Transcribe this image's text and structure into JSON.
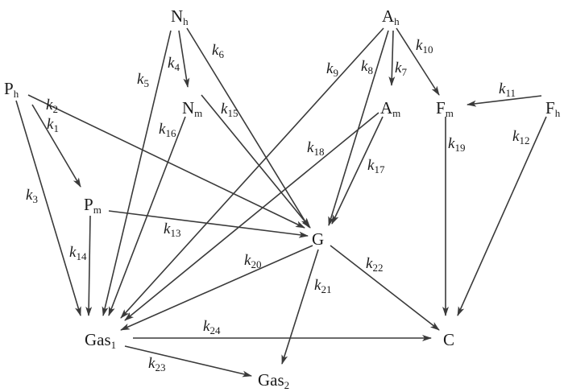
{
  "diagram": {
    "nodes": [
      {
        "id": "Nh",
        "base": "N",
        "sub": "h"
      },
      {
        "id": "Ah",
        "base": "A",
        "sub": "h"
      },
      {
        "id": "Ph",
        "base": "P",
        "sub": "h"
      },
      {
        "id": "Nm",
        "base": "N",
        "sub": "m"
      },
      {
        "id": "Am",
        "base": "A",
        "sub": "m"
      },
      {
        "id": "Fm",
        "base": "F",
        "sub": "m"
      },
      {
        "id": "Fh",
        "base": "F",
        "sub": "h"
      },
      {
        "id": "Pm",
        "base": "P",
        "sub": "m"
      },
      {
        "id": "G",
        "base": "G",
        "sub": ""
      },
      {
        "id": "Gas1",
        "base": "Gas",
        "sub": "1"
      },
      {
        "id": "C",
        "base": "C",
        "sub": ""
      },
      {
        "id": "Gas2",
        "base": "Gas",
        "sub": "2"
      }
    ],
    "edges": [
      {
        "from": "Ph",
        "to": "Pm",
        "label": "k",
        "sub": "1"
      },
      {
        "from": "Ph",
        "to": "G",
        "label": "k",
        "sub": "2"
      },
      {
        "from": "Ph",
        "to": "Gas1",
        "label": "k",
        "sub": "3"
      },
      {
        "from": "Nh",
        "to": "Nm",
        "label": "k",
        "sub": "4"
      },
      {
        "from": "Nh",
        "to": "Gas1",
        "label": "k",
        "sub": "5"
      },
      {
        "from": "Nh",
        "to": "G",
        "label": "k",
        "sub": "6"
      },
      {
        "from": "Ah",
        "to": "Am",
        "label": "k",
        "sub": "7"
      },
      {
        "from": "Ah",
        "to": "G",
        "label": "k",
        "sub": "8"
      },
      {
        "from": "Ah",
        "to": "Gas1",
        "label": "k",
        "sub": "9"
      },
      {
        "from": "Ah",
        "to": "Fm",
        "label": "k",
        "sub": "10"
      },
      {
        "from": "Fh",
        "to": "Fm",
        "label": "k",
        "sub": "11"
      },
      {
        "from": "Fh",
        "to": "C",
        "label": "k",
        "sub": "12"
      },
      {
        "from": "Pm",
        "to": "G",
        "label": "k",
        "sub": "13"
      },
      {
        "from": "Pm",
        "to": "Gas1",
        "label": "k",
        "sub": "14"
      },
      {
        "from": "Nm",
        "to": "G",
        "label": "k",
        "sub": "15"
      },
      {
        "from": "Nm",
        "to": "Gas1",
        "label": "k",
        "sub": "16"
      },
      {
        "from": "Am",
        "to": "G",
        "label": "k",
        "sub": "17"
      },
      {
        "from": "Am",
        "to": "Gas1",
        "label": "k",
        "sub": "18"
      },
      {
        "from": "Fm",
        "to": "C",
        "label": "k",
        "sub": "19"
      },
      {
        "from": "G",
        "to": "Gas1",
        "label": "k",
        "sub": "20"
      },
      {
        "from": "G",
        "to": "Gas2",
        "label": "k",
        "sub": "21"
      },
      {
        "from": "G",
        "to": "C",
        "label": "k",
        "sub": "22"
      },
      {
        "from": "Gas1",
        "to": "Gas2",
        "label": "k",
        "sub": "23"
      },
      {
        "from": "Gas1",
        "to": "C",
        "label": "k",
        "sub": "24"
      }
    ],
    "colors": {
      "stroke": "#3a3a3a",
      "text": "#1a1a1a"
    }
  }
}
